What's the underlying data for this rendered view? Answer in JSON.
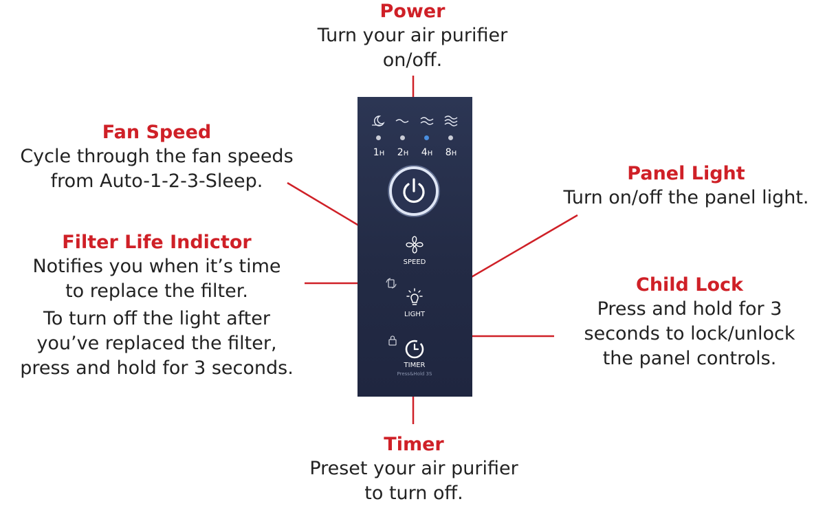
{
  "callouts": {
    "power": {
      "title": "Power",
      "desc": "Turn your air purifier\non/off."
    },
    "fan_speed": {
      "title": "Fan Speed",
      "desc": "Cycle through the fan speeds\nfrom Auto-1-2-3-Sleep."
    },
    "panel_light": {
      "title": "Panel Light",
      "desc": "Turn on/off the panel light."
    },
    "filter_life": {
      "title": "Filter Life Indictor",
      "desc": "Notifies you when it’s time\nto replace the filter.",
      "desc2": "To turn off the light after\nyou’ve replaced the filter,\npress and hold for 3 seconds."
    },
    "child_lock": {
      "title": "Child Lock",
      "desc": "Press and hold for 3\nseconds to lock/unlock\nthe panel controls."
    },
    "timer": {
      "title": "Timer",
      "desc": "Preset your air purifier\nto turn off."
    }
  },
  "panel": {
    "speed_icons": [
      "sleep-moon-icon",
      "wave-1-icon",
      "wave-2-icon",
      "wave-3-icon"
    ],
    "timer_hours": [
      {
        "num": "1",
        "unit": "H",
        "active": false
      },
      {
        "num": "2",
        "unit": "H",
        "active": false
      },
      {
        "num": "4",
        "unit": "H",
        "active": true
      },
      {
        "num": "8",
        "unit": "H",
        "active": false
      }
    ],
    "speed_label": "SPEED",
    "light_label": "LIGHT",
    "timer_label": "TIMER",
    "timer_hint": "Press&Hold 3S",
    "colors": {
      "panel_bg": "#262f4b",
      "accent_red": "#cf2027",
      "active_led": "#4a8fe0"
    }
  }
}
